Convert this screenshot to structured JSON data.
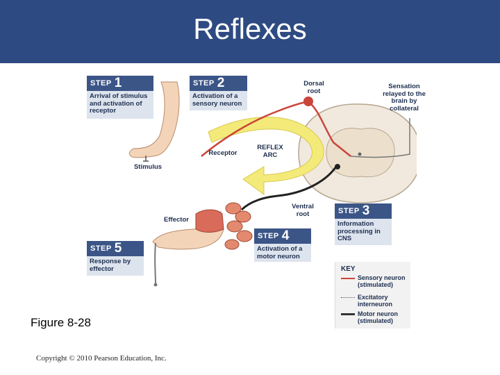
{
  "header": {
    "title": "Reflexes"
  },
  "steps": [
    {
      "label": "STEP",
      "num": "1",
      "text": "Arrival of stimulus and activation of receptor"
    },
    {
      "label": "STEP",
      "num": "2",
      "text": "Activation of a sensory neuron"
    },
    {
      "label": "STEP",
      "num": "3",
      "text": "Information processing in CNS"
    },
    {
      "label": "STEP",
      "num": "4",
      "text": "Activation of a motor neuron"
    },
    {
      "label": "STEP",
      "num": "5",
      "text": "Response by effector"
    }
  ],
  "labels": {
    "dorsal_root": "Dorsal root",
    "sensation": "Sensation relayed to the brain by collateral",
    "reflex_arc": "REFLEX ARC",
    "receptor": "Receptor",
    "stimulus": "Stimulus",
    "ventral_root": "Ventral root",
    "effector": "Effector"
  },
  "key": {
    "title": "KEY",
    "items": [
      {
        "text": "Sensory neuron (stimulated)",
        "color": "#c9453a"
      },
      {
        "text": "Excitatory interneuron",
        "color": "#555555"
      },
      {
        "text": "Motor neuron (stimulated)",
        "color": "#333333"
      }
    ]
  },
  "caption": "Figure 8-28",
  "copyright": "Copyright © 2010 Pearson Education, Inc.",
  "colors": {
    "header": "#2e4a82",
    "step_head": "#3b5587",
    "step_body": "#dde4ee",
    "arrow": "#f3ea7a",
    "sensory": "#c9453a"
  }
}
